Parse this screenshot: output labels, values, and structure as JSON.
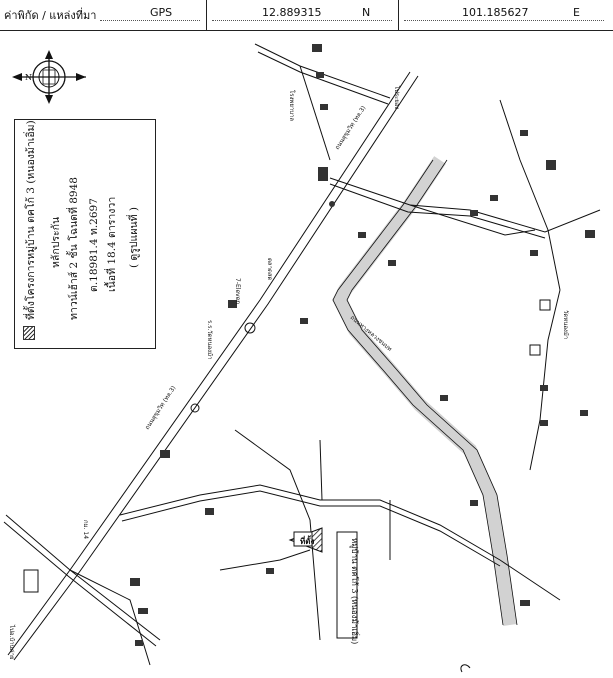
{
  "header": {
    "coord_label": "ค่าพิกัด / แหล่งที่มา",
    "source": "GPS",
    "lat_value": "12.889315",
    "lat_dir": "N",
    "lon_value": "101.185627",
    "lon_dir": "E"
  },
  "compass": {
    "north": "N"
  },
  "legend": {
    "line1": "ที่ตั้งโครงการหมู่บ้าน ตคโก้ 3 (หนองม้าเอิ่ม)",
    "line2": "หลักประกัน",
    "line3": "ทาวน์เฮ้าส์ 2 ชั้น โฉนดที่ 8948",
    "line4": "ต.18981.4 ท.2697",
    "line5": "เนื้อที่ 18.4 ตารางวา",
    "line6": "( ดูรูปแผนที่ )"
  },
  "map": {
    "project_label": "หมู่บ้าน ตคโก้ 3 (หนองม้าเอิ่ม)",
    "site_label": "ที่ตั้ง",
    "road_main": "ถนนสุขุมวิท (ทล.3)",
    "road_secondary": "ถนนทางหลวงชนบท",
    "label_school": "ร.ร.วัดหนองม้า",
    "label_market": "ตลาดสด",
    "label_temple": "วัดหนองม้า",
    "label_7eleven": "7-Eleven",
    "label_hospital": "โรงพยาบาล",
    "label_km": "กม. 14",
    "label_towards": "ไปอ.บ้านค่าย",
    "label_towards2": "ไประยอง"
  }
}
